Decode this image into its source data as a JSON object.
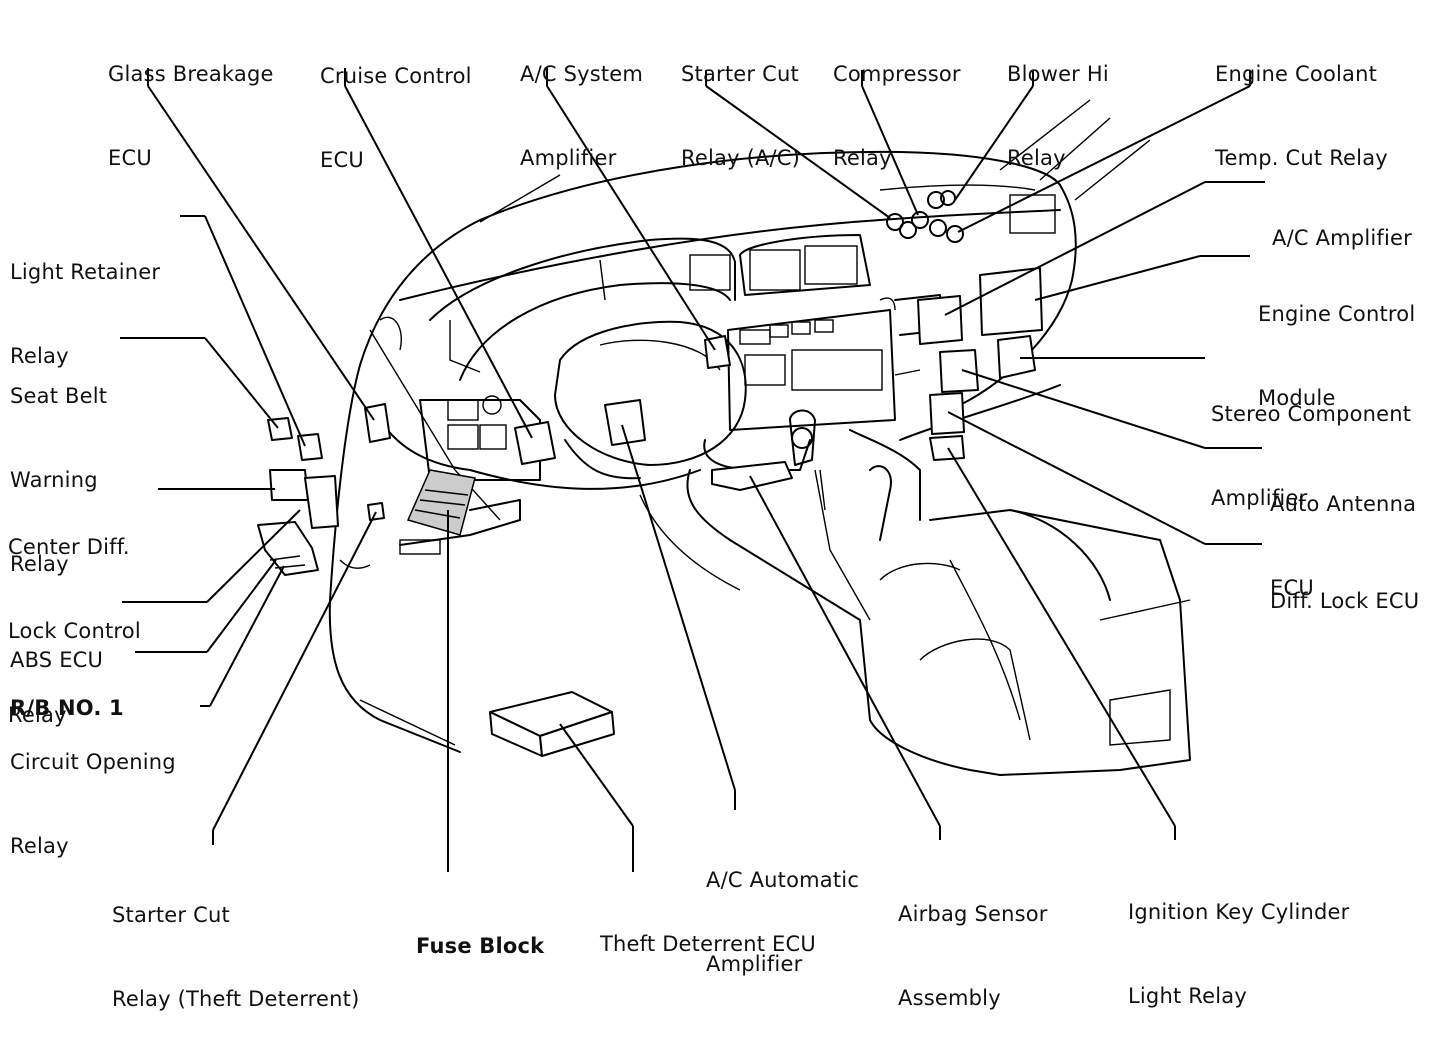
{
  "labels": {
    "glass_breakage_ecu": [
      "Glass Breakage",
      "ECU"
    ],
    "cruise_control_ecu": [
      "Cruise Control",
      "ECU"
    ],
    "ac_system_amplifier": [
      "A/C System",
      "Amplifier"
    ],
    "starter_cut_relay_ac": [
      "Starter Cut",
      "Relay (A/C)"
    ],
    "compressor_relay": [
      "Compressor",
      "Relay"
    ],
    "blower_hi_relay": [
      "Blower Hi",
      "Relay"
    ],
    "engine_coolant_temp_cut_relay": [
      "Engine Coolant",
      "Temp. Cut Relay"
    ],
    "light_retainer_relay": [
      "Light Retainer",
      "Relay"
    ],
    "seat_belt_warning_relay": [
      "Seat Belt",
      "Warning",
      "Relay"
    ],
    "center_diff_lock_control_relay": [
      "Center Diff.",
      "Lock Control",
      "Relay"
    ],
    "abs_ecu": [
      "ABS ECU"
    ],
    "rb_no1": [
      "R/B NO. 1"
    ],
    "circuit_opening_relay": [
      "Circuit Opening",
      "Relay"
    ],
    "starter_cut_relay_theft": [
      "Starter Cut",
      "Relay (Theft Deterrent)"
    ],
    "fuse_block": [
      "Fuse Block"
    ],
    "theft_deterrent_ecu": [
      "Theft Deterrent ECU"
    ],
    "ac_automatic_amplifier": [
      "A/C Automatic",
      "Amplifier"
    ],
    "airbag_sensor_assembly": [
      "Airbag Sensor",
      "Assembly"
    ],
    "ignition_key_cylinder_light_relay": [
      "Ignition Key Cylinder",
      "Light Relay"
    ],
    "ac_amplifier": [
      "A/C Amplifier"
    ],
    "engine_control_module": [
      "Engine Control",
      "Module"
    ],
    "stereo_component_amplifier": [
      "Stereo Component",
      "Amplifier"
    ],
    "auto_antenna_ecu": [
      "Auto Antenna",
      "ECU"
    ],
    "diff_lock_ecu": [
      "Diff. Lock ECU"
    ]
  }
}
